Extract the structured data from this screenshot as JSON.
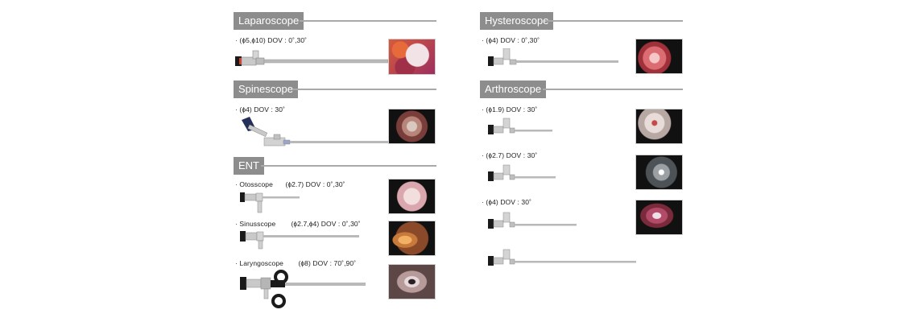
{
  "sections": {
    "laparoscope": {
      "title": "Laparoscope",
      "spec": "· (ɸ5,ɸ10) DOV : 0˚,30˚"
    },
    "spinescope": {
      "title": "Spinescope",
      "spec": "· (ɸ4) DOV : 30˚"
    },
    "ent": {
      "title": "ENT",
      "items": [
        {
          "name": "· Otosscope",
          "spec": "(ɸ2.7) DOV : 0˚,30˚"
        },
        {
          "name": "· Sinusscope",
          "spec": "(ɸ2.7,ɸ4) DOV : 0˚,30˚"
        },
        {
          "name": "· Laryngoscope",
          "spec": "(ɸ8) DOV : 70˚,90˚"
        }
      ]
    },
    "hysteroscope": {
      "title": "Hysteroscope",
      "spec": "· (ɸ4) DOV : 0˚,30˚"
    },
    "arthroscope": {
      "title": "Arthroscope",
      "specs": [
        "· (ɸ1.9) DOV : 30˚",
        "· (ɸ2.7) DOV : 30˚",
        "· (ɸ4) DOV : 30˚"
      ]
    }
  },
  "colors": {
    "tag_bg": "#8d8d8d",
    "rule": "#a9a9a9",
    "metal": "#b9b9b9",
    "eyepiece": "#1a1a1a"
  }
}
